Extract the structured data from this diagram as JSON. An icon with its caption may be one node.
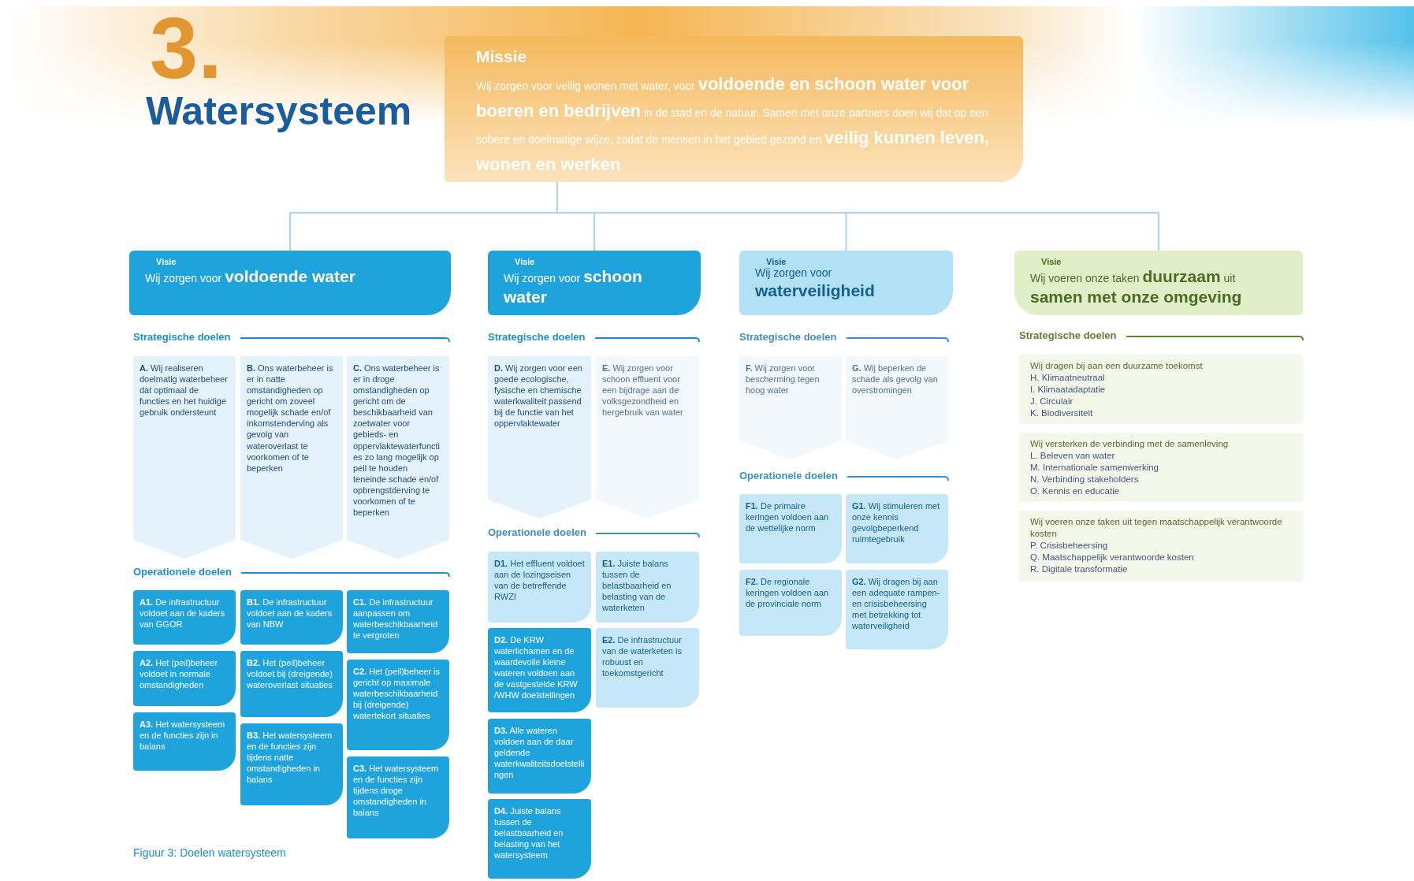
{
  "diagram": {
    "title": "Watersysteem",
    "caption": "Figuur 3: Doelen watersysteem",
    "nodes": [
      {
        "text": [
          "Missie",
          "Wij zorgen voor veilig wonen met water, voor **voldoende en schoon water voor boeren en bedrijven** in de stad en de natuur. Samen met onze partners doen wij dat op een sobere en doelmatige wijze, zodat de mensen in het gebied gezond en **veilig kunnen leven, wonen en werken**."
        ]
      },
      {
        "text": [
          "Visie",
          "Wij zorgen voor **voldoende water**"
        ]
      },
      {
        "text": [
          "Visie",
          "Wij zorgen voor **schoon water**"
        ]
      },
      {
        "text": [
          "Visie",
          "Wij zorgen voor **waterveiligheid**"
        ]
      },
      {
        "text": [
          "Visie",
          "Wij voeren onze taken **duurzaam** uit **samen met onze omgeving**"
        ]
      },
      {
        "text": [
          "**A.** Wij realiseren doelmatig waterbeheer dat optimaal de functies en het huidige gebruik ondersteunt"
        ]
      },
      {
        "text": [
          "**B.** Ons waterbeheer is er in natte omstandigheden op gericht om zoveel mogelijk schade en/of inkomstenderving als gevolg van wateroverlast te voorkomen of te beperken"
        ]
      },
      {
        "text": [
          "**C.** Ons waterbeheer is er in droge omstandigheden op gericht om de beschikbaarheid van zoetwater voor gebieds- en oppervlaktewaterfuncties zo lang mogelijk op peil te houden teneinde schade en/of opbrengstderving te voorkomen of te beperken"
        ]
      },
      {
        "text": [
          "**A1.** De infrastructuur voldoet aan de kaders van GGOR"
        ]
      },
      {
        "text": [
          "**B1.** De infrastructuur voldoet aan de kaders van NBW"
        ]
      },
      {
        "text": [
          "**C1.** De infrastructuur aanpassen om waterbeschikbaarheid te vergroten"
        ]
      },
      {
        "text": [
          "**A2.** Het (peil)beheer voldoet in normale omstandigheden"
        ]
      },
      {
        "text": [
          "**B2.** Het (peil)beheer voldoet bij (dreigende) wateroverlast situaties"
        ]
      },
      {
        "text": [
          "**C2.** Het (peil)beheer is gericht op maximale waterbeschikbaarheid bij (dreigende) watertekort situaties"
        ]
      },
      {
        "text": [
          "**A3.** Het watersysteem en de functies zijn in balans"
        ]
      },
      {
        "text": [
          "**B3.** Het watersysteem en de functies zijn tijdens natte omstandigheden in balans"
        ]
      },
      {
        "text": [
          "**C3.** Het watersysteem en de functies zijn tijdens droge omstandigheden in balans"
        ]
      },
      {
        "text": [
          "**D.** Wij zorgen voor een goede ecologische, fysische en chemische waterkwaliteit passend bij de functie van het oppervlaktewater"
        ]
      },
      {
        "text": [
          "**E.** Wij zorgen voor schoon effluent voor een bijdrage aan de volksgezondheid en hergebruik van water"
        ]
      },
      {
        "text": [
          "**D1.** Het effluent voldoet aan de lozingseisen van de betreffende RWZI"
        ]
      },
      {
        "text": [
          "**E1.** Juiste balans tussen de belastbaarheid en belasting van de waterketen"
        ]
      },
      {
        "text": [
          "**D2.** De KRW waterlichamen en de waardevolle kleine wateren voldoen aan de vastgestelde KRW /WHW doelstellingen"
        ]
      },
      {
        "text": [
          "**E2.** De infrastructuur van de waterketen is robuust en toekomstgericht"
        ]
      },
      {
        "text": [
          "**D3.** Alle wateren voldoen aan de daar geldende waterkwaliteitsdoelstellingen"
        ]
      },
      {
        "text": [
          "**D4.** Juiste balans tussen de belastbaarheid en belasting van het watersysteem"
        ]
      },
      {
        "text": [
          "**F.** Wij zorgen voor bescherming tegen hoog water"
        ]
      },
      {
        "text": [
          "**G.** Wij beperken de schade als gevolg van overstromingen"
        ]
      },
      {
        "text": [
          "**F1.** De primaire keringen voldoen aan de wettelijke norm"
        ]
      },
      {
        "text": [
          "**G1.** Wij stimuleren met onze kennis gevolgbeperkend ruimtegebruik"
        ]
      },
      {
        "text": [
          "**F2.** De regionale keringen voldoen aan de provinciale norm"
        ]
      },
      {
        "text": [
          "**G2.** Wij dragen bij aan een adequate rampen- en crisisbeheersing met betrekking tot waterveiligheid"
        ]
      },
      {
        "text": [
          "Wij dragen bij aan een duurzame toekomst",
          "H. Klimaatneutraal",
          "I. Klimaatadaptatie",
          "J. Circulair",
          "K. Biodiversiteit"
        ]
      },
      {
        "text": [
          "Wij versterken de verbinding met de samenleving",
          "L. Beleven van water",
          "M. Internationale samenwerking",
          "N. Verbinding stakeholders",
          "O. Kennis en educatie"
        ]
      },
      {
        "text": [
          "Wij voeren onze taken uit tegen maatschappelijk verantwoorde kosten",
          "P. Crisisbeheersing",
          "Q. Maatschappelijk verantwoorde kosten",
          "R. Digitale transformatie"
        ]
      }
    ],
    "edges": [
      {
        "from": 0,
        "to": 1,
        "arrow": "none"
      },
      {
        "from": 0,
        "to": 2,
        "arrow": "none"
      },
      {
        "from": 0,
        "to": 3,
        "arrow": "none"
      },
      {
        "from": 0,
        "to": 4,
        "arrow": "none"
      }
    ],
    "labels": [
      "3.",
      "Strategische doelen",
      "Operationele doelen",
      "Strategische doelen",
      "Operationele doelen",
      "Strategische doelen",
      "Operationele doelen",
      "Strategische doelen"
    ]
  }
}
